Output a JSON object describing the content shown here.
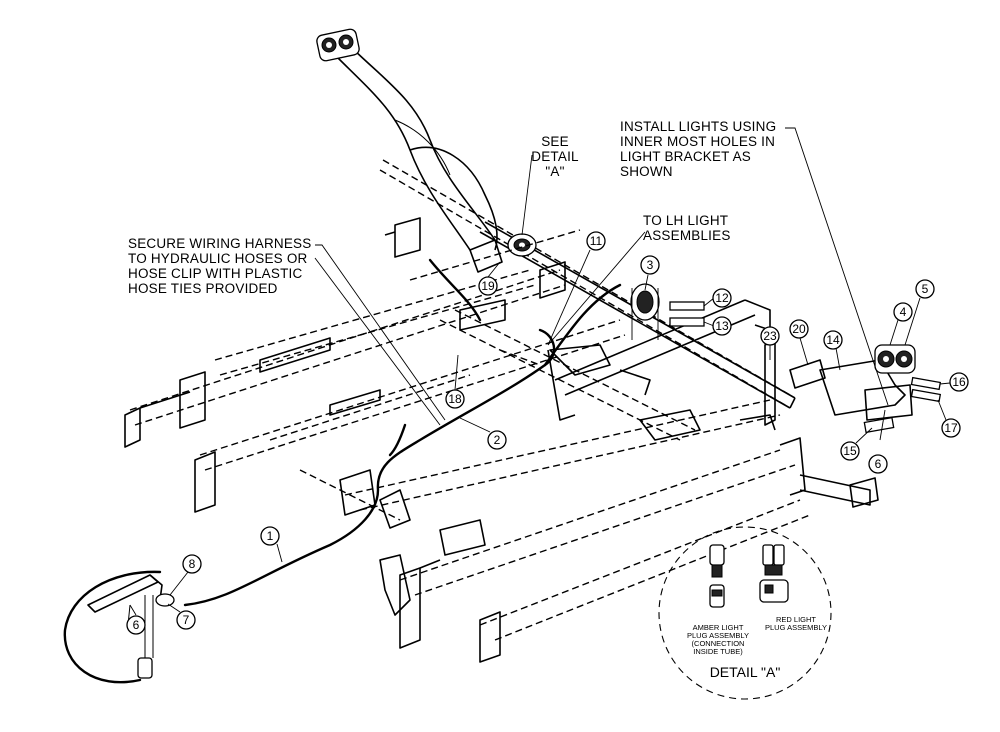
{
  "notes": {
    "see_detail": [
      "SEE",
      "DETAIL",
      "\"A\""
    ],
    "install_lights": [
      "INSTALL LIGHTS USING",
      "INNER MOST HOLES IN",
      "LIGHT BRACKET AS",
      "SHOWN"
    ],
    "to_lh": [
      "TO LH LIGHT",
      "ASSEMBLIES"
    ],
    "secure_wiring": [
      "SECURE WIRING HARNESS",
      "TO HYDRAULIC HOSES OR",
      "HOSE CLIP WITH PLASTIC",
      "HOSE TIES PROVIDED"
    ]
  },
  "detail": {
    "title": "DETAIL  \"A\"",
    "amber_label": [
      "AMBER LIGHT",
      "PLUG ASSEMBLY",
      "(CONNECTION",
      "INSIDE TUBE)"
    ],
    "red_label": [
      "RED LIGHT",
      "PLUG ASSEMBLY"
    ]
  },
  "callouts": {
    "c1": "1",
    "c2": "2",
    "c3": "3",
    "c4": "4",
    "c5": "5",
    "c6a": "6",
    "c6b": "6",
    "c7": "7",
    "c8": "8",
    "c11": "11",
    "c12": "12",
    "c13": "13",
    "c14": "14",
    "c15": "15",
    "c16": "16",
    "c17": "17",
    "c18": "18",
    "c19": "19",
    "c20": "20",
    "c23": "23"
  }
}
